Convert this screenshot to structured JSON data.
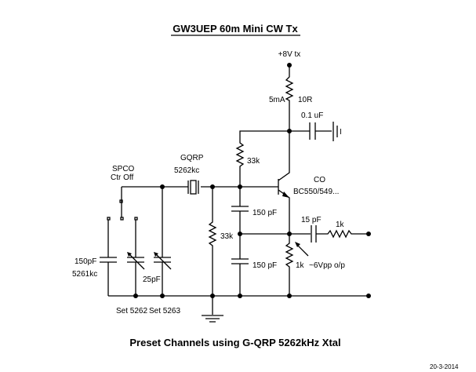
{
  "title": "GW3UEP 60m Mini CW Tx",
  "footer": "Preset Channels using G-QRP 5262kHz Xtal",
  "date": "20-3-2014",
  "labels": {
    "supply": "+8V tx",
    "current": "5mA",
    "r_supply": "10R",
    "c_decouple": "0.1 uF",
    "ground_mark": "I",
    "r_bias_top": "33k",
    "transistor_name": "CO",
    "transistor_type": "BC550/549...",
    "crystal_name": "GQRP",
    "crystal_freq": "5262kc",
    "switch_name": "SPCO",
    "switch_type": "Ctr Off",
    "c_fixed": "150pF",
    "c_fixed_freq": "5261kc",
    "c_trim": "25pF",
    "r_bias_bottom": "33k",
    "c_feedback_top": "150 pF",
    "c_feedback_bottom": "150 pF",
    "c_out": "15 pF",
    "r_out": "1k",
    "r_emitter": "1k",
    "output_level": "~6Vpp o/p",
    "set1": "Set 5262",
    "set2": "Set 5263"
  }
}
